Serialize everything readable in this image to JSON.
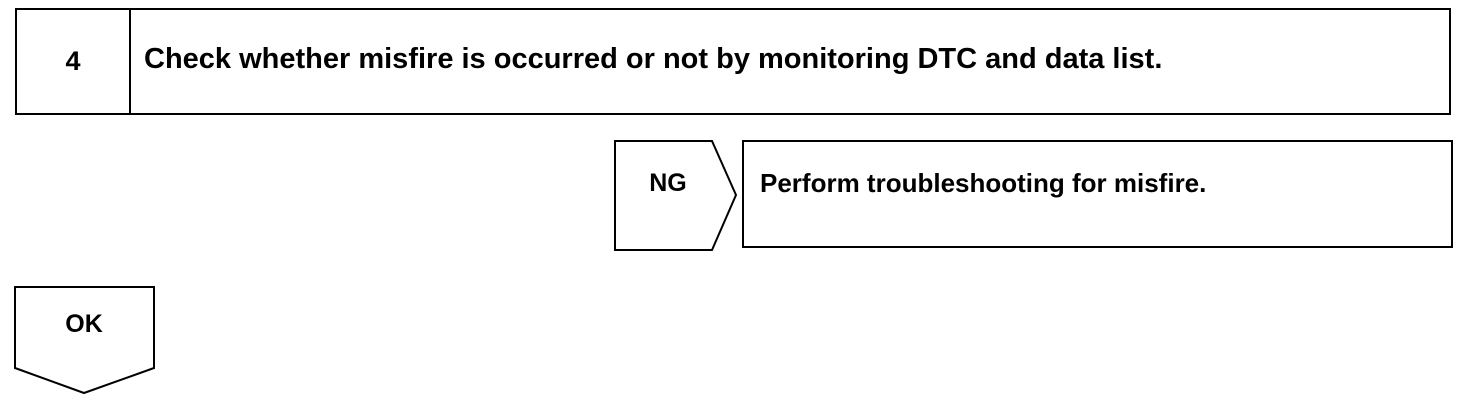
{
  "step": {
    "number": "4",
    "instruction": "Check whether misfire is occurred or not by monitoring DTC and data list."
  },
  "ng_branch": {
    "label": "NG",
    "action": "Perform troubleshooting for misfire."
  },
  "ok_branch": {
    "label": "OK"
  }
}
